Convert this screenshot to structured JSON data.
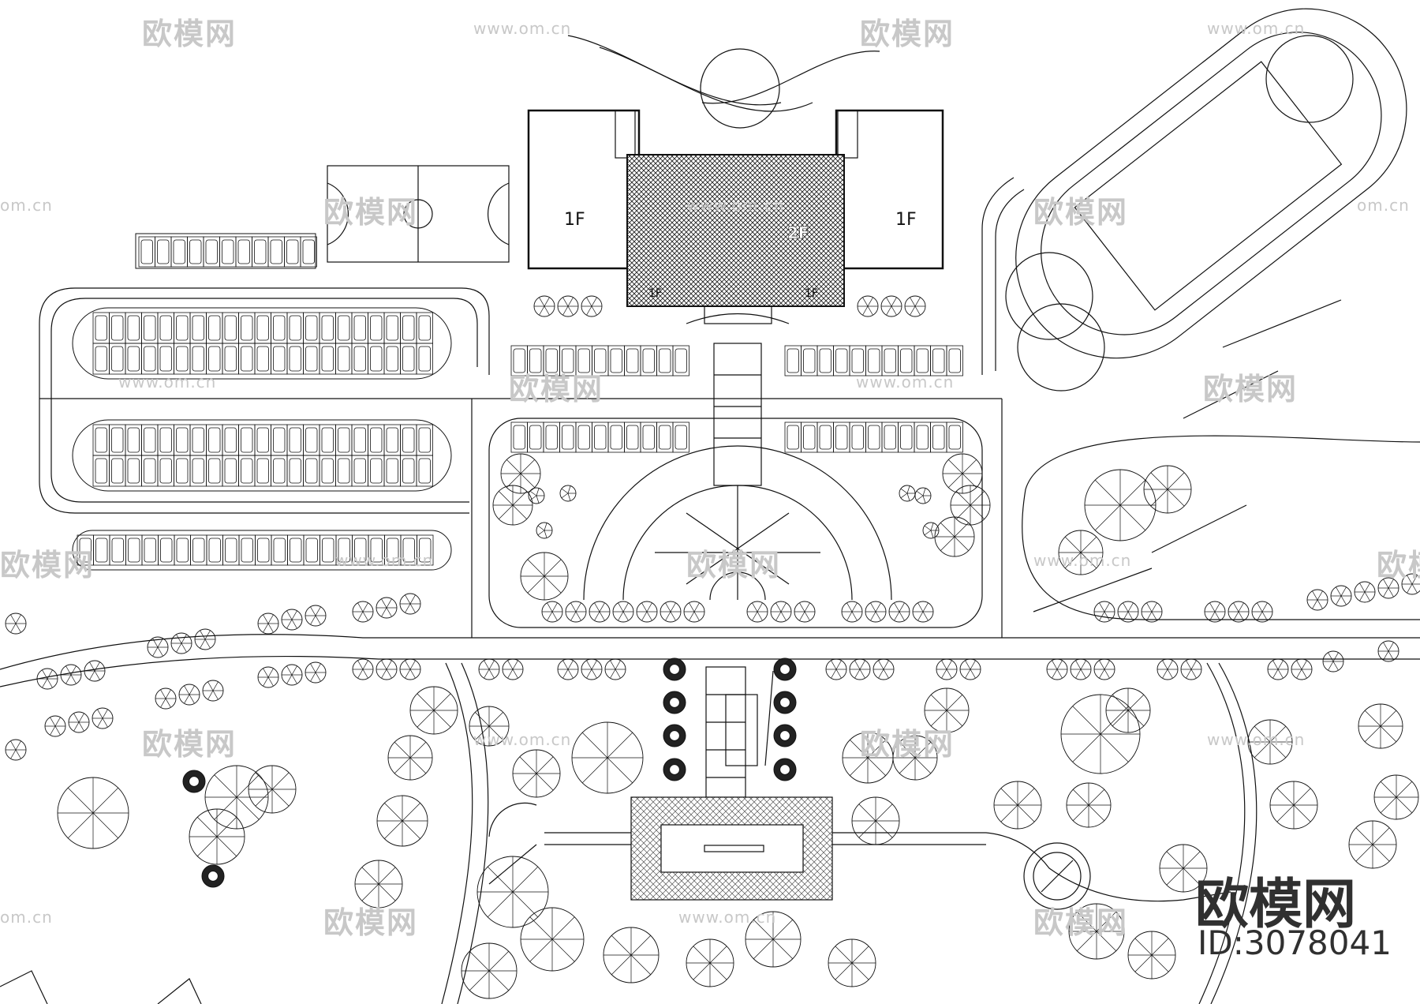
{
  "labels": {
    "west_wing": "1F",
    "east_wing": "1F",
    "center": "2F",
    "front_left": "1F",
    "front_right": "1F"
  },
  "watermark": {
    "brand": "欧模网",
    "url": "www.om.cn",
    "url_short": "om.cn",
    "brand_large": "欧模网",
    "id_text": "ID:3078041"
  },
  "colors": {
    "line": "#111111",
    "watermark": "#c8c8c8"
  }
}
